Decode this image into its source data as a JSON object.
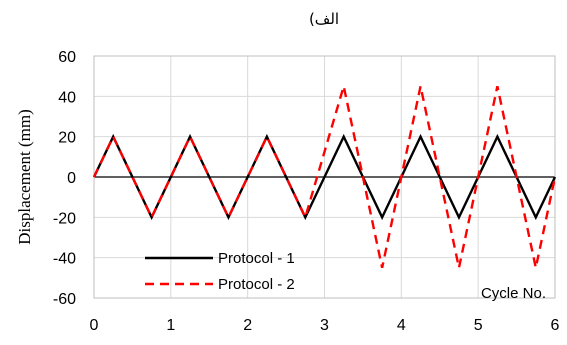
{
  "chart_data": {
    "type": "line",
    "title": "الف)",
    "xlabel": "Cycle No.",
    "ylabel": "Displacement (mm)",
    "xlim": [
      0,
      6
    ],
    "ylim": [
      -60,
      60
    ],
    "xticks": [
      "0",
      "1",
      "2",
      "3",
      "4",
      "5",
      "6"
    ],
    "yticks": [
      "-60",
      "-40",
      "-20",
      "0",
      "20",
      "40",
      "60"
    ],
    "grid": true,
    "legend_position": "bottom-left",
    "series": [
      {
        "name": "Protocol - 1",
        "color": "#000000",
        "style": "solid",
        "x": [
          0,
          0.25,
          0.75,
          1.25,
          1.75,
          2.25,
          2.75,
          3.25,
          3.75,
          4.25,
          4.75,
          5.25,
          5.75,
          6
        ],
        "y": [
          0,
          20,
          -20,
          20,
          -20,
          20,
          -20,
          20,
          -20,
          20,
          -20,
          20,
          -20,
          0
        ]
      },
      {
        "name": "Protocol - 2",
        "color": "#ff0000",
        "style": "dashed",
        "x": [
          0,
          0.25,
          0.75,
          1.25,
          1.75,
          2.25,
          2.75,
          3.25,
          3.75,
          4.25,
          4.75,
          5.25,
          5.75,
          6
        ],
        "y": [
          0,
          20,
          -20,
          20,
          -20,
          20,
          -20,
          45,
          -45,
          45,
          -45,
          45,
          -45,
          0
        ]
      }
    ]
  }
}
